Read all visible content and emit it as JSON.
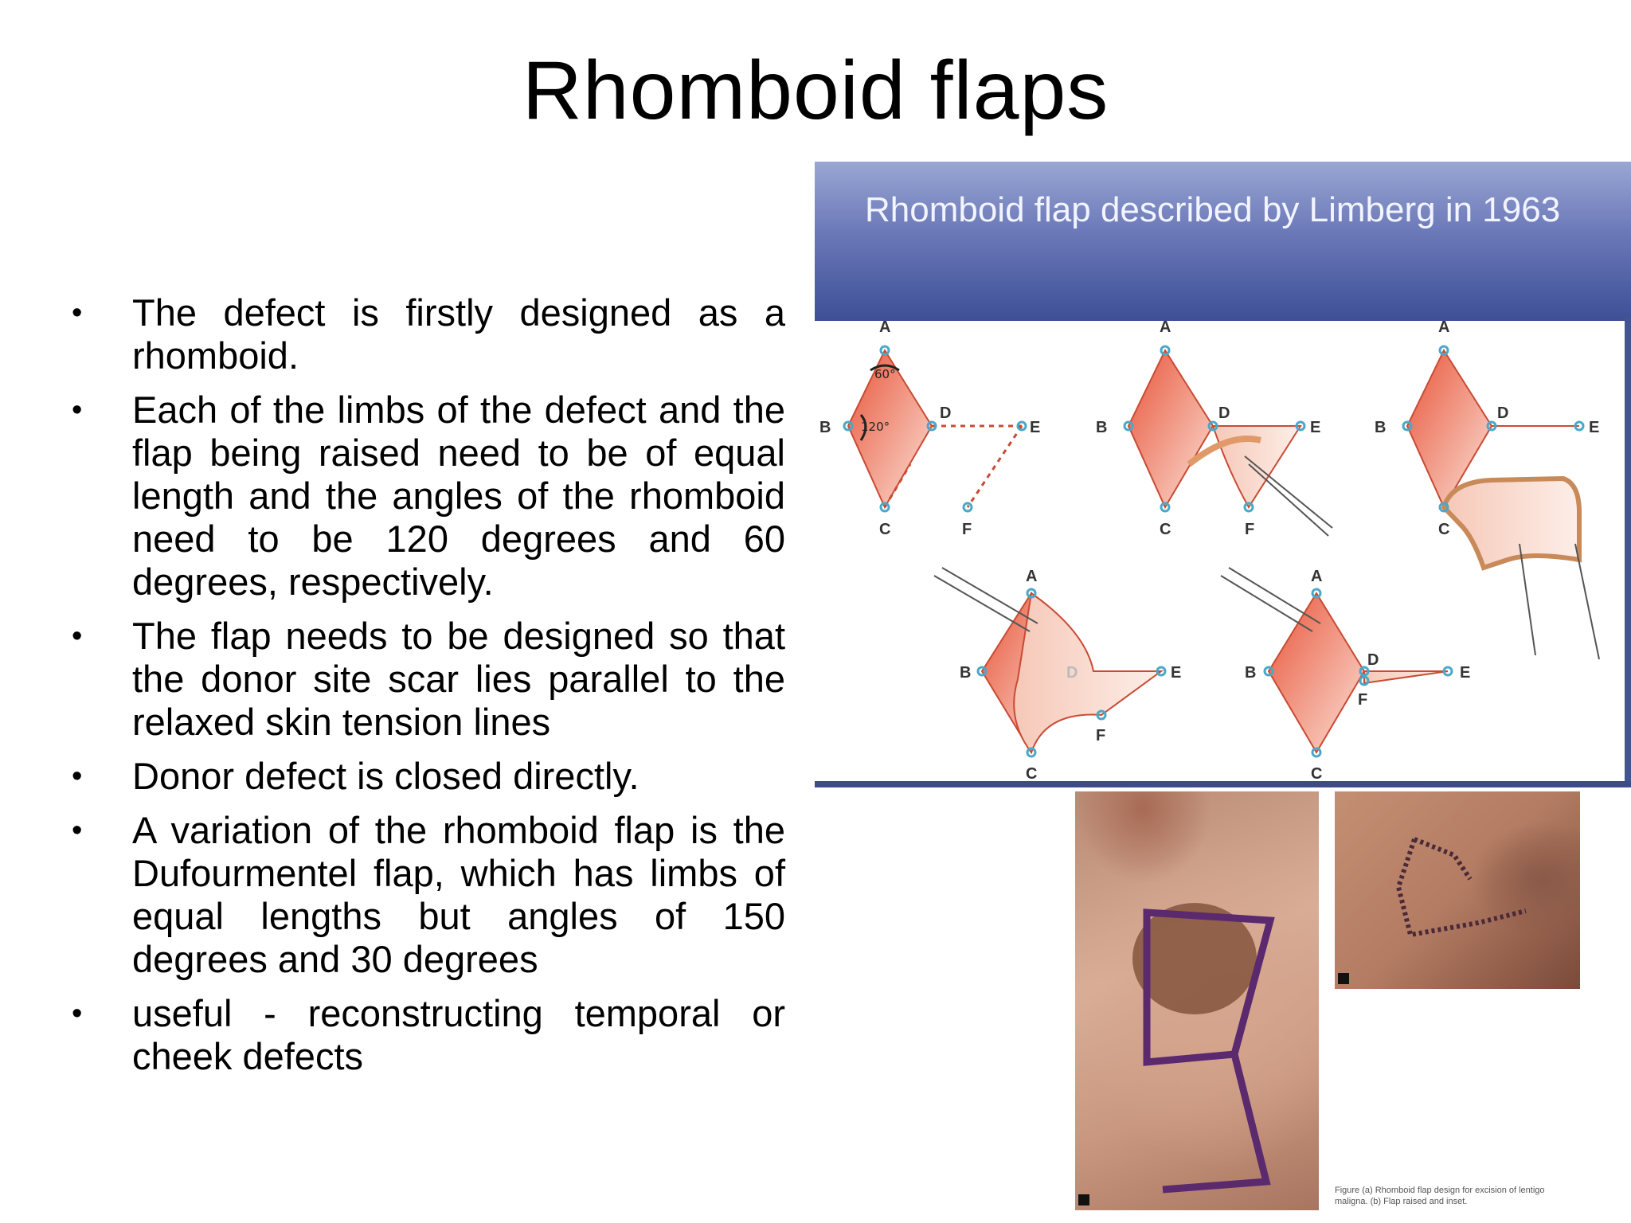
{
  "slide": {
    "title": "Rhomboid flaps",
    "bullets": [
      "The defect is firstly designed as a rhomboid.",
      "Each of the limbs of the defect and the flap being raised need to be of equal length and the angles of the rhomboid need to be 120 degrees and 60 degrees, respectively.",
      "The flap needs to be designed so that the donor site scar lies parallel to the relaxed skin tension lines",
      "Donor defect is closed directly.",
      "A variation of the rhomboid flap is the Dufourmentel flap, which has limbs of equal lengths but angles of 150 degrees and 30 degrees",
      "useful -  reconstructing temporal or cheek defects"
    ],
    "bullet_glyph": "•"
  },
  "figure": {
    "heading": "Rhomboid flap described by Limberg in 1963",
    "angles": {
      "top": "60°",
      "left": "120°"
    },
    "point_labels": [
      "A",
      "B",
      "C",
      "D",
      "E",
      "F"
    ],
    "colors": {
      "header_blue": "#3e4f96",
      "flap_red": "#e8553a",
      "marker_teal": "#4aa8c8",
      "ink_purple": "#5b2a6e"
    }
  },
  "photos": {
    "caption_line1": "Figure       (a) Rhomboid flap design for excision of lentigo",
    "caption_line2": "maligna. (b) Flap raised and inset."
  }
}
